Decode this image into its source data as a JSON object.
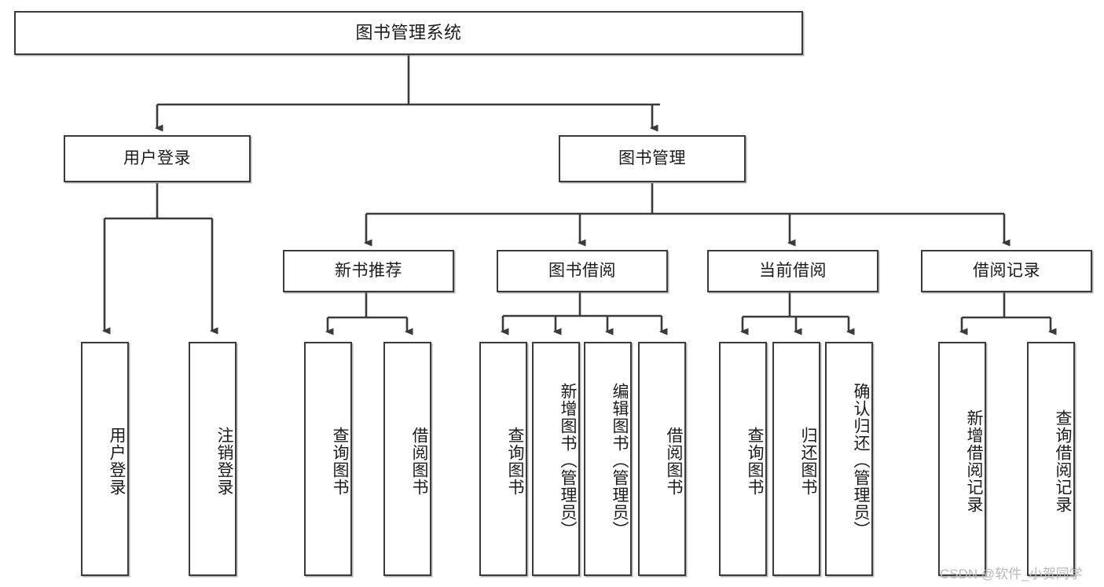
{
  "diagram": {
    "title": "图书管理系统",
    "watermark": "CSDN @软件_小贺同学",
    "colors": {
      "border": "#3b3b3b",
      "background": "#ffffff",
      "text": "#1b1b1b",
      "watermark": "#b9b9b9"
    },
    "levels": {
      "root": {
        "label": "图书管理系统"
      },
      "level2": [
        {
          "label": "用户登录"
        },
        {
          "label": "图书管理"
        }
      ],
      "level3": [
        {
          "label": "新书推荐"
        },
        {
          "label": "图书借阅"
        },
        {
          "label": "当前借阅"
        },
        {
          "label": "借阅记录"
        }
      ]
    },
    "leaves": {
      "user_login": [
        {
          "label": "用户登录"
        },
        {
          "label": "注销登录"
        }
      ],
      "new_book_recommend": [
        {
          "label": "查询图书"
        },
        {
          "label": "借阅图书"
        }
      ],
      "book_borrow": [
        {
          "label": "查询图书"
        },
        {
          "label": "新增图书（管理员）"
        },
        {
          "label": "编辑图书（管理员）"
        },
        {
          "label": "借阅图书"
        }
      ],
      "current_borrow": [
        {
          "label": "查询图书"
        },
        {
          "label": "归还图书"
        },
        {
          "label": "确认归还（管理员）"
        }
      ],
      "borrow_record": [
        {
          "label": "新增借阅记录"
        },
        {
          "label": "查询借阅记录"
        }
      ]
    }
  }
}
